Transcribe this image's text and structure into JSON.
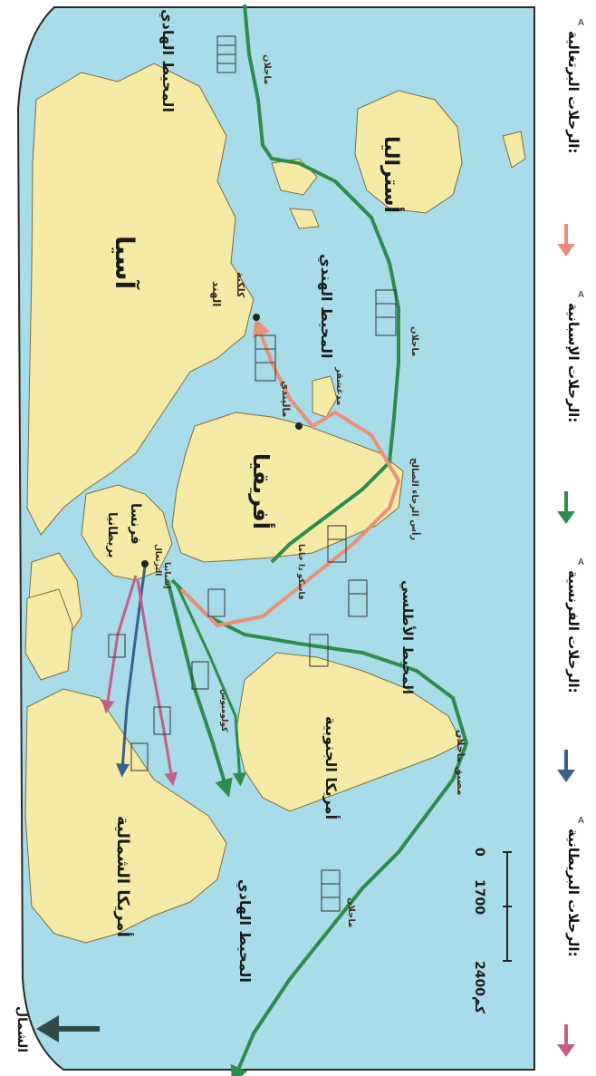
{
  "map": {
    "continents": {
      "asia": "آسيا",
      "africa": "أفريقيا",
      "australia": "أستراليا",
      "north_america": "أمريكا الشمالية",
      "south_america": "أمريكا الجنوبية",
      "europe_britain": "بريطانيا",
      "europe_france": "فرنسا"
    },
    "oceans": {
      "pacific_top": "المحيط الهادي",
      "pacific_bottom": "المحيط الهادي",
      "indian": "المحيط الهندي",
      "atlantic": "المحيط الأطلسي"
    },
    "places": {
      "india": "الهند",
      "calicut": "كلكتة",
      "malindi": "ماليندي",
      "cape": "رأس الرجاء الصالح",
      "magellan_strait": "مضيق ماجلان",
      "madagascar": "مدغشقر",
      "portugal": "البرتغال",
      "spain": "إسبانيا"
    },
    "route_labels": {
      "magellan_1": "ماجلان",
      "magellan_2": "ماجلان",
      "magellan_3": "ماجلان",
      "vasco": "فاسكو دا جاما",
      "columbus": "كولومبوس"
    },
    "scale": {
      "zero": "0",
      "mid": "1700",
      "max": "2400كم"
    },
    "north_label": "الشمال"
  },
  "legend": {
    "items": [
      {
        "label": "الرحلات البرتغالية:",
        "badge": "A",
        "color": "#e8907a"
      },
      {
        "label": "الرحلات الإسبانية:",
        "badge": "A",
        "color": "#2e8b4e"
      },
      {
        "label": "الرحلات الفرنسية:",
        "badge": "A",
        "color": "#3a5f8a"
      },
      {
        "label": "الرحلات البريطانية:",
        "badge": "A",
        "color": "#c0608a"
      }
    ]
  },
  "colors": {
    "sea": "#a8dce8",
    "land": "#f6eba6",
    "portuguese": "#e8907a",
    "spanish": "#2e8b4e",
    "french": "#3a5f8a",
    "british": "#c0608a"
  }
}
